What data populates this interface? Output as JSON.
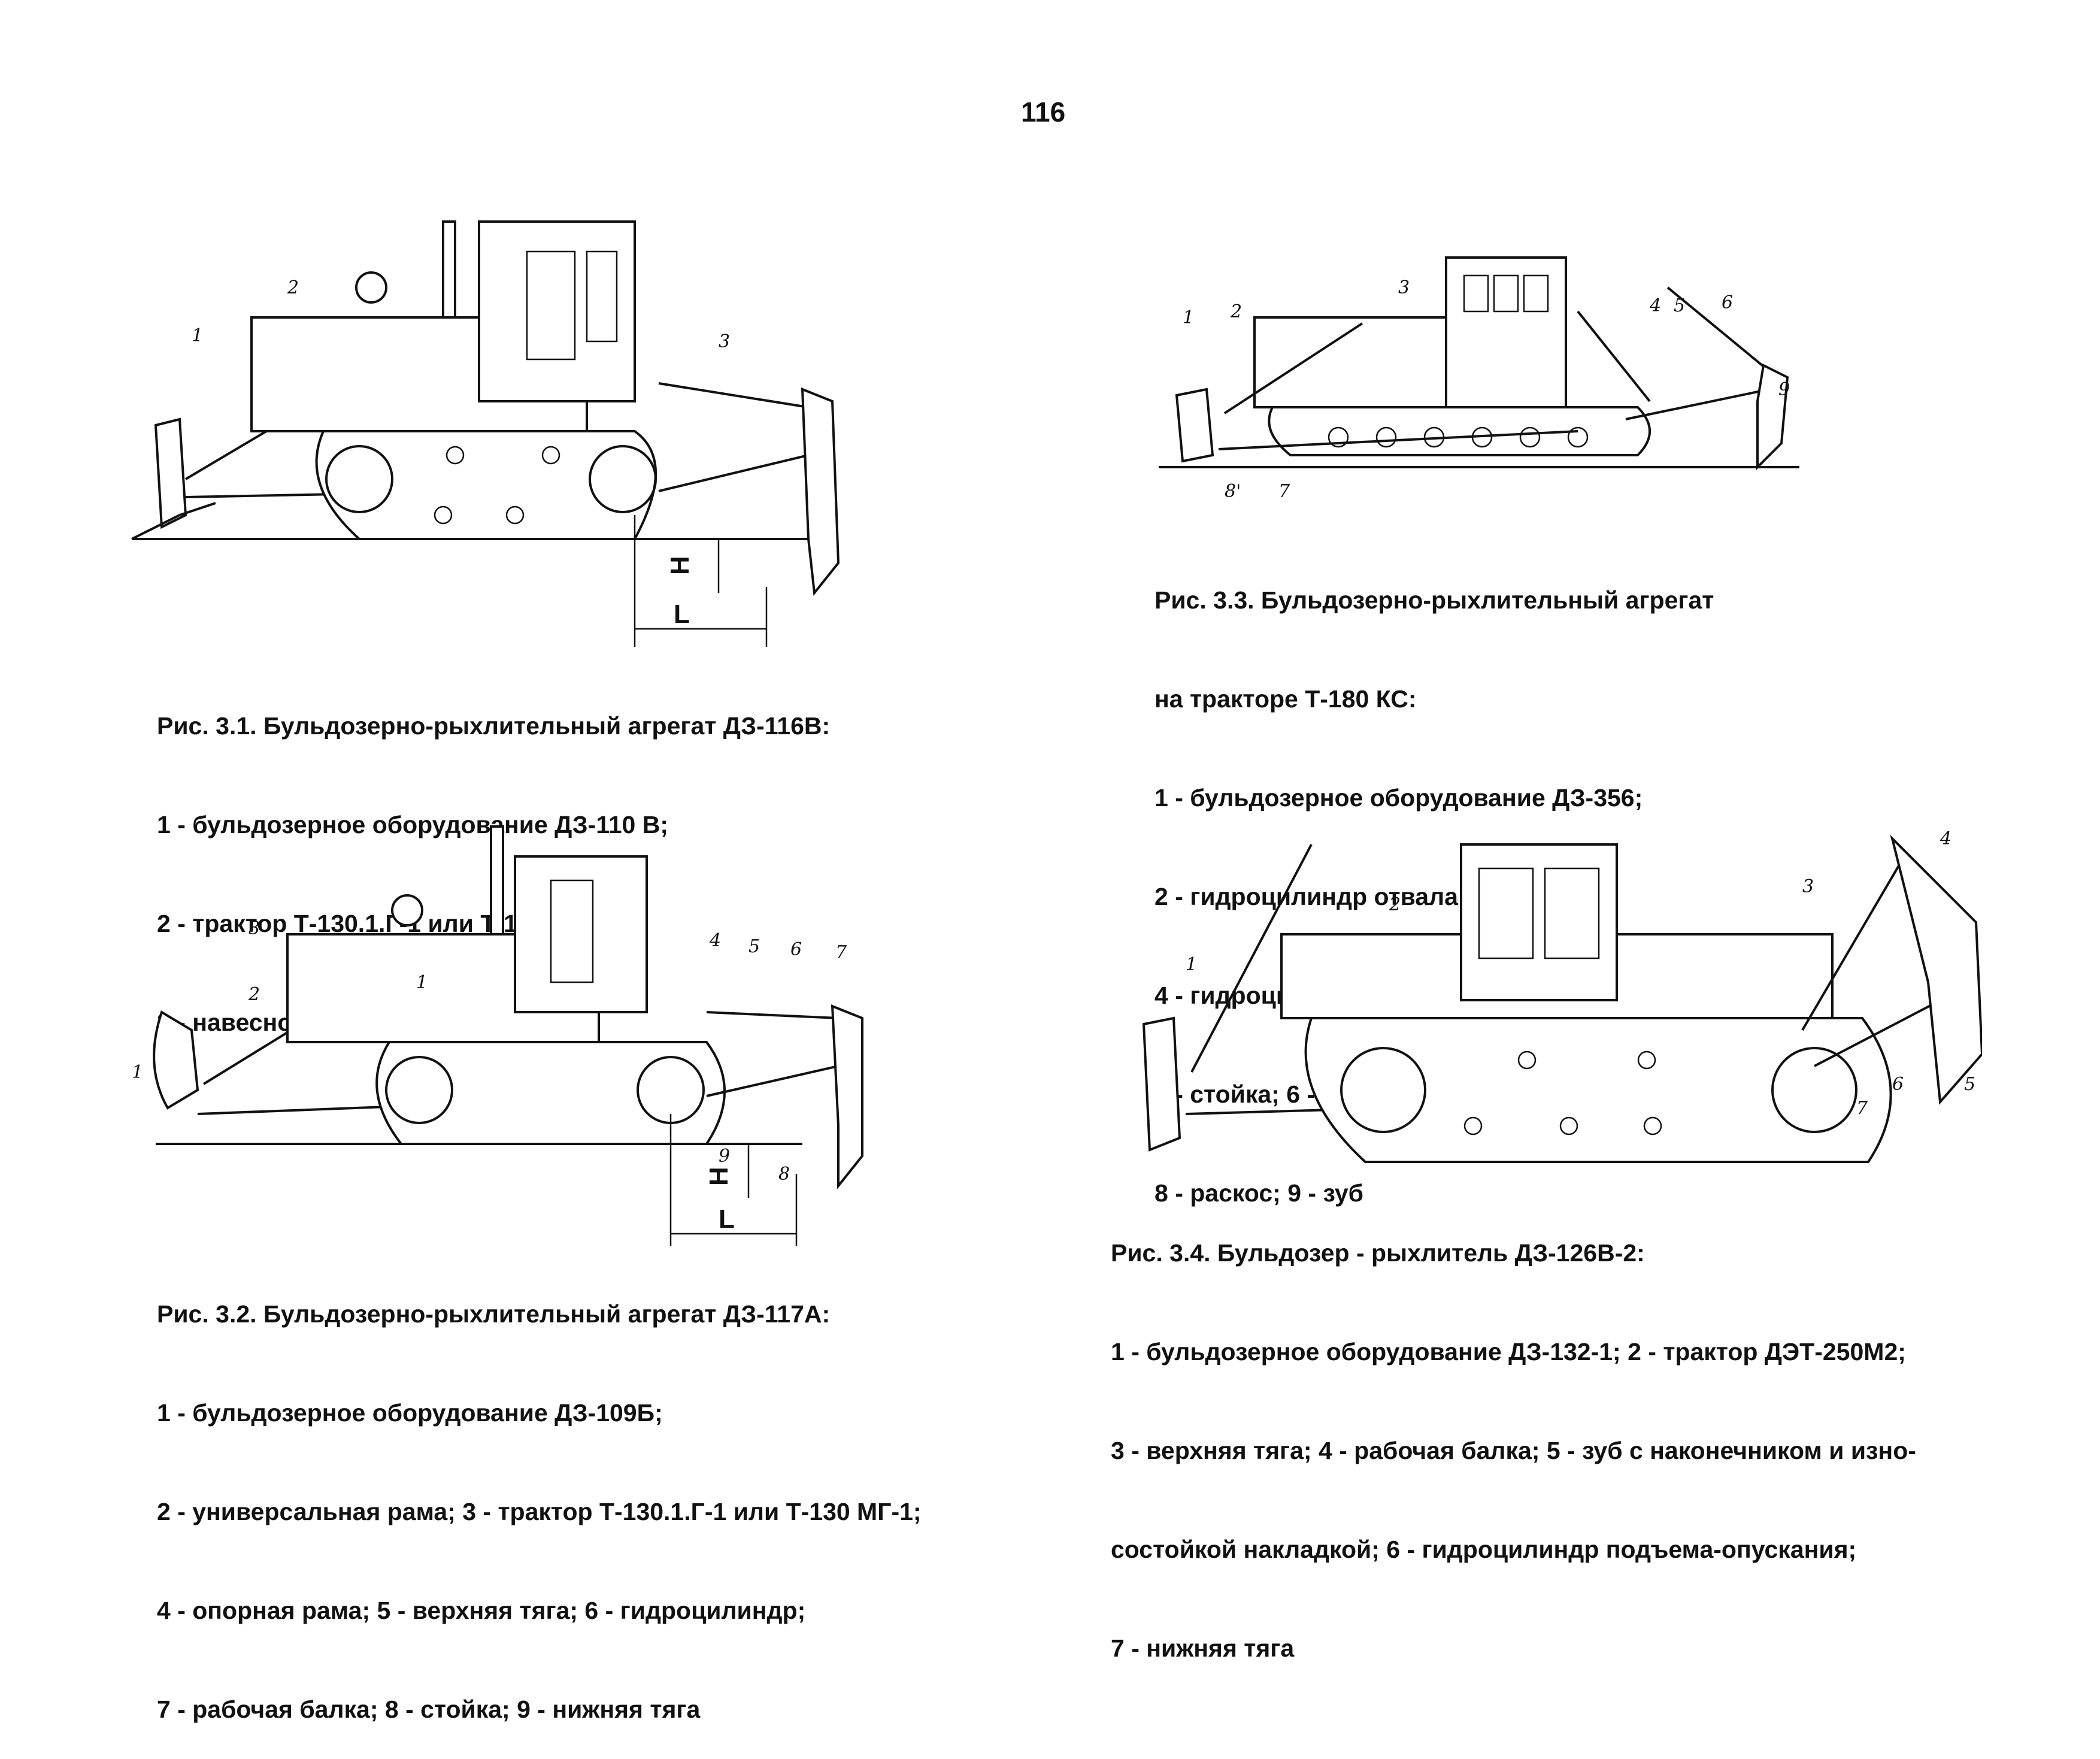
{
  "page": {
    "number": "116"
  },
  "figures": {
    "fig31": {
      "callouts": [
        "1",
        "2",
        "3"
      ],
      "dim_h": "H",
      "dim_l": "L",
      "caption": [
        "Рис. 3.1. Бульдозерно-рыхлительный агрегат ДЗ-116В:",
        "1 - бульдозерное оборудование ДЗ-110 В;",
        "2 - трактор Т-130.1.Г-1 или Т-130 МГ-1;",
        "3 - навесной рыхлитель ДП-26 С"
      ]
    },
    "fig33": {
      "callouts": [
        "1",
        "2",
        "3",
        "4",
        "5",
        "6",
        "9",
        "8'",
        "7"
      ],
      "caption": [
        "Рис. 3.3. Бульдозерно-рыхлительный агрегат",
        "на тракторе Т-180 КС:",
        "1 - бульдозерное оборудование ДЗ-356;",
        "2 - гидроцилиндр отвала; 3 - трактор;",
        "4 - гидроцилиндр рыхлителя ДП-22 С;",
        "5 - стойка; 6 - продольный  брус; 7 - толкающий брус;",
        "8 - раскос; 9 - зуб"
      ]
    },
    "fig32": {
      "callouts": [
        "1",
        "2",
        "3",
        "1",
        "4",
        "5",
        "6",
        "7",
        "9",
        "8"
      ],
      "dim_h": "H",
      "dim_l": "L",
      "caption": [
        "Рис. 3.2. Бульдозерно-рыхлительный агрегат ДЗ-117А:",
        "1 - бульдозерное оборудование ДЗ-109Б;",
        "2 - универсальная рама; 3 - трактор Т-130.1.Г-1 или Т-130 МГ-1;",
        "4 - опорная рама; 5 - верхняя тяга; 6 - гидроцилиндр;",
        "7 - рабочая балка; 8 - стойка;  9 - нижняя тяга"
      ]
    },
    "fig34": {
      "callouts": [
        "1",
        "2",
        "3",
        "4",
        "6",
        "7",
        "5"
      ],
      "caption": [
        "Рис. 3.4. Бульдозер - рыхлитель ДЗ-126В-2:",
        "1 - бульдозерное оборудование ДЗ-132-1; 2 - трактор ДЭТ-250М2;",
        "3 - верхняя тяга; 4 - рабочая балка; 5 - зуб с наконечником и изно-",
        "состойкой накладкой; 6 - гидроцилиндр подъема-опускания;",
        "7 - нижняя тяга"
      ]
    }
  }
}
